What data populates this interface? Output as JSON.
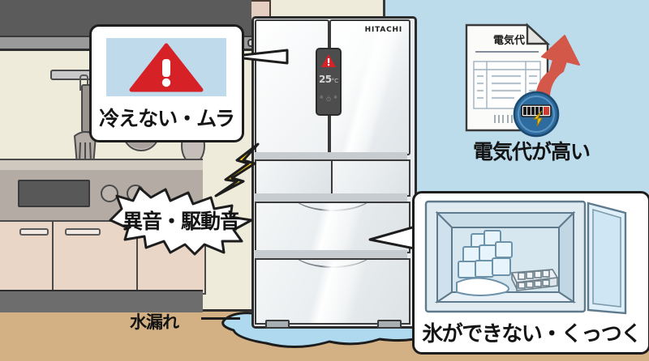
{
  "scene": {
    "title": "Refrigerator trouble symptoms illustration",
    "colors": {
      "wall_left": "#efebdb",
      "wall_right": "#bcdcec",
      "floor": "#d3b185",
      "fridge_body": "#e8ebed",
      "warning_red": "#d62127",
      "water_blue": "#aed9ef",
      "ice_blue": "#cfe6f2",
      "bolt_yellow": "#f5c518",
      "arrow_red": "#d4584a",
      "meter_blue": "#2e6b9e",
      "outline": "#1d1d1d"
    }
  },
  "fridge": {
    "brand": "HITACHI",
    "panel": {
      "warning_icon": "warning-triangle-icon",
      "temperature": "25",
      "temperature_unit": "°C",
      "button_icons": [
        "snowflake-icon",
        "snowflake-icon",
        "power-icon"
      ]
    }
  },
  "callouts": {
    "cooling": {
      "label": "冷えない・ムラ",
      "icon": "warning-triangle-icon"
    },
    "noise": {
      "label": "異音・駆動音",
      "icon": "lightning-bolt-icon"
    },
    "ice": {
      "label": "氷ができない・くっつく",
      "scene_icons": [
        "ice-cubes-icon",
        "ice-tray-icon",
        "freezer-door-icon"
      ]
    },
    "electricity": {
      "label": "電気代が高い",
      "bill_title": "電気代",
      "icons": [
        "bill-document-icon",
        "up-arrow-icon",
        "electric-meter-icon",
        "lightning-bolt-icon"
      ]
    },
    "leak": {
      "label": "水漏れ",
      "icon": "water-puddle-icon"
    }
  },
  "kitchen": {
    "utensils": [
      "spatula-icon",
      "ladle-icon",
      "spoon-icon"
    ],
    "stove_knobs": 2,
    "cabinet_doors": 3
  }
}
